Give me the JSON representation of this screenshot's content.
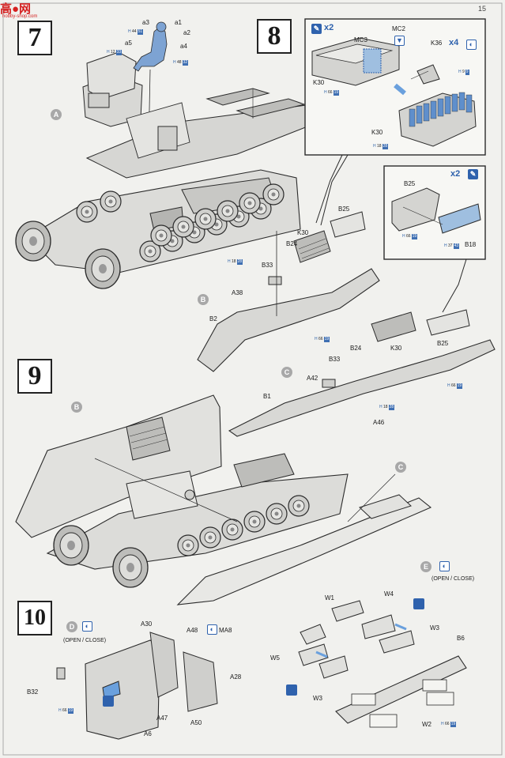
{
  "watermark": {
    "main": "高●网",
    "sub": "hobby-shop.com"
  },
  "page_number": "15",
  "steps": [
    "7",
    "8",
    "9",
    "10"
  ],
  "part_labels": {
    "a3": "a3",
    "a1": "a1",
    "a2": "a2",
    "a5": "a5",
    "a4": "a4",
    "MC2": "MC2",
    "MC3": "MC3",
    "K36": "K36",
    "K30a": "K30",
    "K30b": "K30",
    "B25a": "B25",
    "B18": "B18",
    "B25b": "B25",
    "K30c": "K30",
    "B24a": "B24",
    "B33a": "B33",
    "A38": "A38",
    "B2": "B2",
    "K30d": "K30",
    "B25c": "B25",
    "B24b": "B24",
    "B33b": "B33",
    "A42": "A42",
    "B1": "B1",
    "A46": "A46",
    "A30": "A30",
    "A48": "A48",
    "MA8": "MA8",
    "A28": "A28",
    "B32": "B32",
    "A47": "A47",
    "A50": "A50",
    "A6": "A6",
    "W1": "W1",
    "W4": "W4",
    "W3a": "W3",
    "W5": "W5",
    "W3b": "W3",
    "B6": "B6",
    "W2": "W2"
  },
  "callouts": [
    "A",
    "B",
    "C",
    "B",
    "C",
    "D",
    "E"
  ],
  "open_close": "(OPEN / CLOSE)",
  "counts": {
    "x2a": "x2",
    "x4": "x4",
    "x2b": "x2"
  },
  "paint": [
    {
      "l": "H",
      "n": "44",
      "b": "51"
    },
    {
      "l": "H",
      "n": "12",
      "b": "33"
    },
    {
      "l": "H",
      "n": "48",
      "b": "32"
    },
    {
      "l": "H",
      "n": "66",
      "b": "19"
    },
    {
      "l": "H",
      "n": "9",
      "b": "9"
    },
    {
      "l": "H",
      "n": "18",
      "b": "28"
    },
    {
      "l": "H",
      "n": "66",
      "b": "19"
    },
    {
      "l": "H",
      "n": "37",
      "b": "43"
    },
    {
      "l": "H",
      "n": "18",
      "b": "28"
    },
    {
      "l": "H",
      "n": "66",
      "b": "19"
    },
    {
      "l": "H",
      "n": "66",
      "b": "19"
    },
    {
      "l": "H",
      "n": "18",
      "b": "28"
    },
    {
      "l": "H",
      "n": "66",
      "b": "19"
    },
    {
      "l": "H",
      "n": "66",
      "b": "19"
    }
  ],
  "colors": {
    "accent": "#2f62ad",
    "line": "#2b2b2b",
    "part": "#d2d2cf",
    "glass": "#9fbfe0"
  },
  "icons": [
    "brush-icon",
    "glue-icon",
    "open-close-icon"
  ]
}
